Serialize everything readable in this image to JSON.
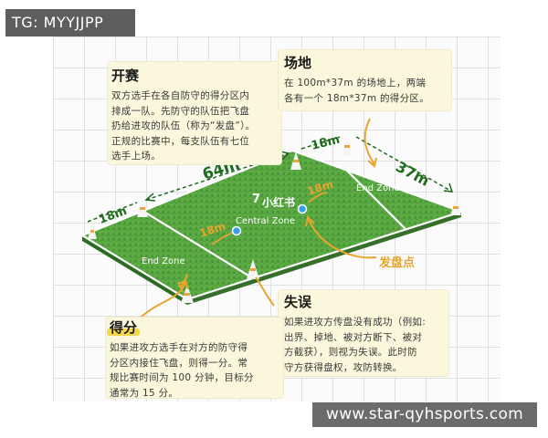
{
  "watermark_tag": "TG: MYYJJPP",
  "footer_url": "www.star-qyhsports.com",
  "notes": {
    "start": {
      "title": "开赛",
      "lines": [
        "双方选手在各自防守的得分区内",
        "排成一队。先防守的队伍把飞盘",
        "扔给进攻的队伍（称为“发盘”）。",
        "正规的比赛中，每支队伍有七位",
        "选手上场。"
      ]
    },
    "field": {
      "title": "场地",
      "lines": [
        "在 100m*37m 的场地上，两端",
        "各有一个 18m*37m 的得分区。"
      ]
    },
    "foul": {
      "title": "失误",
      "lines": [
        "如果进攻方传盘没有成功（例如:",
        "出界、掉地、被对方断下、被对",
        "方截获），则视为失误。此时防",
        "守方获得盘权，攻防转换。"
      ]
    },
    "score": {
      "title": "得分",
      "lines": [
        "如果进攻方选手在对方的防守得",
        "分区内接住飞盘，则得一分。常",
        "规比赛时间为 100 分钟，目标分",
        "通常为 15 分。"
      ]
    }
  },
  "field_labels": {
    "len_main": "64m",
    "len_end_left": "18m",
    "len_end_top": "18m",
    "width": "37m",
    "central": "Central Zone",
    "end_left": "End Zone",
    "end_right": "End Zone",
    "mark_18_left": "18m",
    "mark_18_right": "18m",
    "mark_7": "7",
    "logo": "小红书",
    "disc_point": "发盘点"
  },
  "colors": {
    "grass_dark": "#3f8a34",
    "grass_light": "#6fbd4d",
    "annotation_green": "#1e6b1e",
    "note_bg": "#fbf7dc",
    "arrow_orange": "#e8a52e",
    "highlight_yellow": "#f3d64f",
    "cone_orange": "#f2a23a"
  }
}
